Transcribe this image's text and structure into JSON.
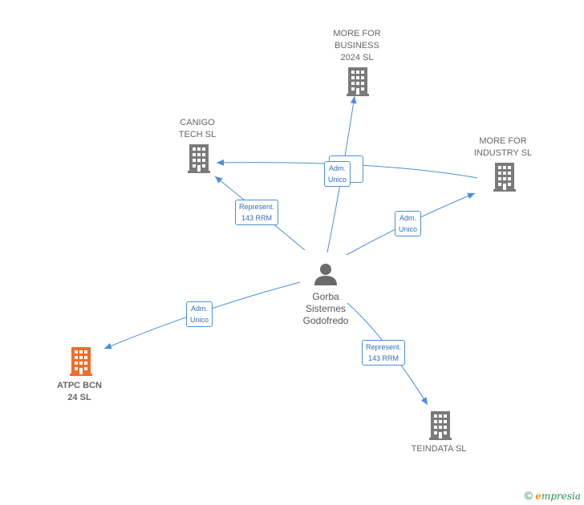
{
  "nodes": {
    "more_for_business": {
      "label": "MORE FOR\nBUSINESS\n2024  SL"
    },
    "canigo": {
      "label": "CANIGO\nTECH  SL"
    },
    "more_for_industry": {
      "label": "MORE FOR\nINDUSTRY SL"
    },
    "atpc": {
      "label": "ATPC BCN\n24  SL"
    },
    "teindata": {
      "label": "TEINDATA SL"
    },
    "person": {
      "label": "Gorba\nSisternes\nGodofredo"
    }
  },
  "edges": {
    "business": {
      "label": "Adm.\nUnico"
    },
    "canigo": {
      "label": "Represent.\n143 RRM"
    },
    "industry": {
      "label": "Adm.\nUnico"
    },
    "atpc": {
      "label": "Adm.\nUnico"
    },
    "teindata": {
      "label": "Represent.\n143 RRM"
    }
  },
  "colors": {
    "edge": "#4a90d9",
    "building": "#7a7a7a",
    "building_highlight": "#f26c2a",
    "person": "#6b6b6b"
  },
  "brand": {
    "copyright": "©",
    "initial": "e",
    "name": "mpresia"
  }
}
